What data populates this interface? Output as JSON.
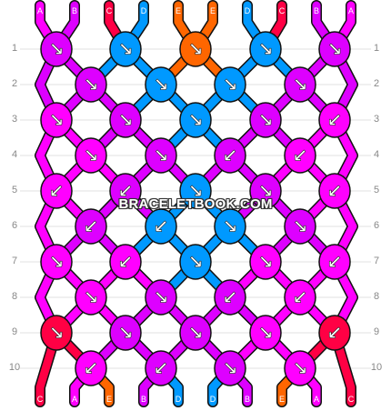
{
  "colors": {
    "A": "#ff00ff",
    "B": "#dd00ff",
    "C": "#ff0044",
    "D": "#0099ff",
    "E": "#ff6600"
  },
  "top_labels": [
    "A",
    "B",
    "C",
    "D",
    "E",
    "E",
    "D",
    "C",
    "B",
    "A"
  ],
  "bottom_labels": [
    "C",
    "A",
    "E",
    "B",
    "D",
    "D",
    "B",
    "E",
    "A",
    "C"
  ],
  "row_labels": [
    "1",
    "2",
    "3",
    "4",
    "5",
    "6",
    "7",
    "8",
    "9",
    "10"
  ],
  "knots": [
    [
      {
        "color": "B",
        "dir": "↘"
      },
      {
        "color": "D",
        "dir": "↘"
      },
      {
        "color": "E",
        "dir": "↘"
      },
      {
        "color": "D",
        "dir": "↘"
      },
      {
        "color": "B",
        "dir": "↘"
      }
    ],
    [
      {
        "color": "B",
        "dir": "↘"
      },
      {
        "color": "D",
        "dir": "↘"
      },
      {
        "color": "D",
        "dir": "↘"
      },
      {
        "color": "B",
        "dir": "↘"
      }
    ],
    [
      {
        "color": "A",
        "dir": "↘"
      },
      {
        "color": "B",
        "dir": "↘"
      },
      {
        "color": "D",
        "dir": "↘"
      },
      {
        "color": "B",
        "dir": "↘"
      },
      {
        "color": "A",
        "dir": "↙"
      }
    ],
    [
      {
        "color": "A",
        "dir": "↘"
      },
      {
        "color": "B",
        "dir": "↘"
      },
      {
        "color": "B",
        "dir": "↙"
      },
      {
        "color": "A",
        "dir": "↙"
      }
    ],
    [
      {
        "color": "A",
        "dir": "↙"
      },
      {
        "color": "B",
        "dir": "↙"
      },
      {
        "color": "D",
        "dir": "↘"
      },
      {
        "color": "B",
        "dir": "↘"
      },
      {
        "color": "A",
        "dir": "↙"
      }
    ],
    [
      {
        "color": "B",
        "dir": "↙"
      },
      {
        "color": "D",
        "dir": "↙"
      },
      {
        "color": "D",
        "dir": "↘"
      },
      {
        "color": "B",
        "dir": "↘"
      }
    ],
    [
      {
        "color": "A",
        "dir": "↘"
      },
      {
        "color": "A",
        "dir": "↙"
      },
      {
        "color": "D",
        "dir": "↘"
      },
      {
        "color": "A",
        "dir": "↘"
      },
      {
        "color": "A",
        "dir": "↙"
      }
    ],
    [
      {
        "color": "A",
        "dir": "↘"
      },
      {
        "color": "B",
        "dir": "↘"
      },
      {
        "color": "B",
        "dir": "↙"
      },
      {
        "color": "A",
        "dir": "↙"
      }
    ],
    [
      {
        "color": "C",
        "dir": "↘"
      },
      {
        "color": "B",
        "dir": "↘"
      },
      {
        "color": "B",
        "dir": "↘"
      },
      {
        "color": "A",
        "dir": "↘"
      },
      {
        "color": "C",
        "dir": "↙"
      }
    ],
    [
      {
        "color": "A",
        "dir": "↙"
      },
      {
        "color": "B",
        "dir": "↙"
      },
      {
        "color": "B",
        "dir": "↘"
      },
      {
        "color": "A",
        "dir": "↘"
      }
    ]
  ],
  "watermark": "BRACELETBOOK.COM"
}
